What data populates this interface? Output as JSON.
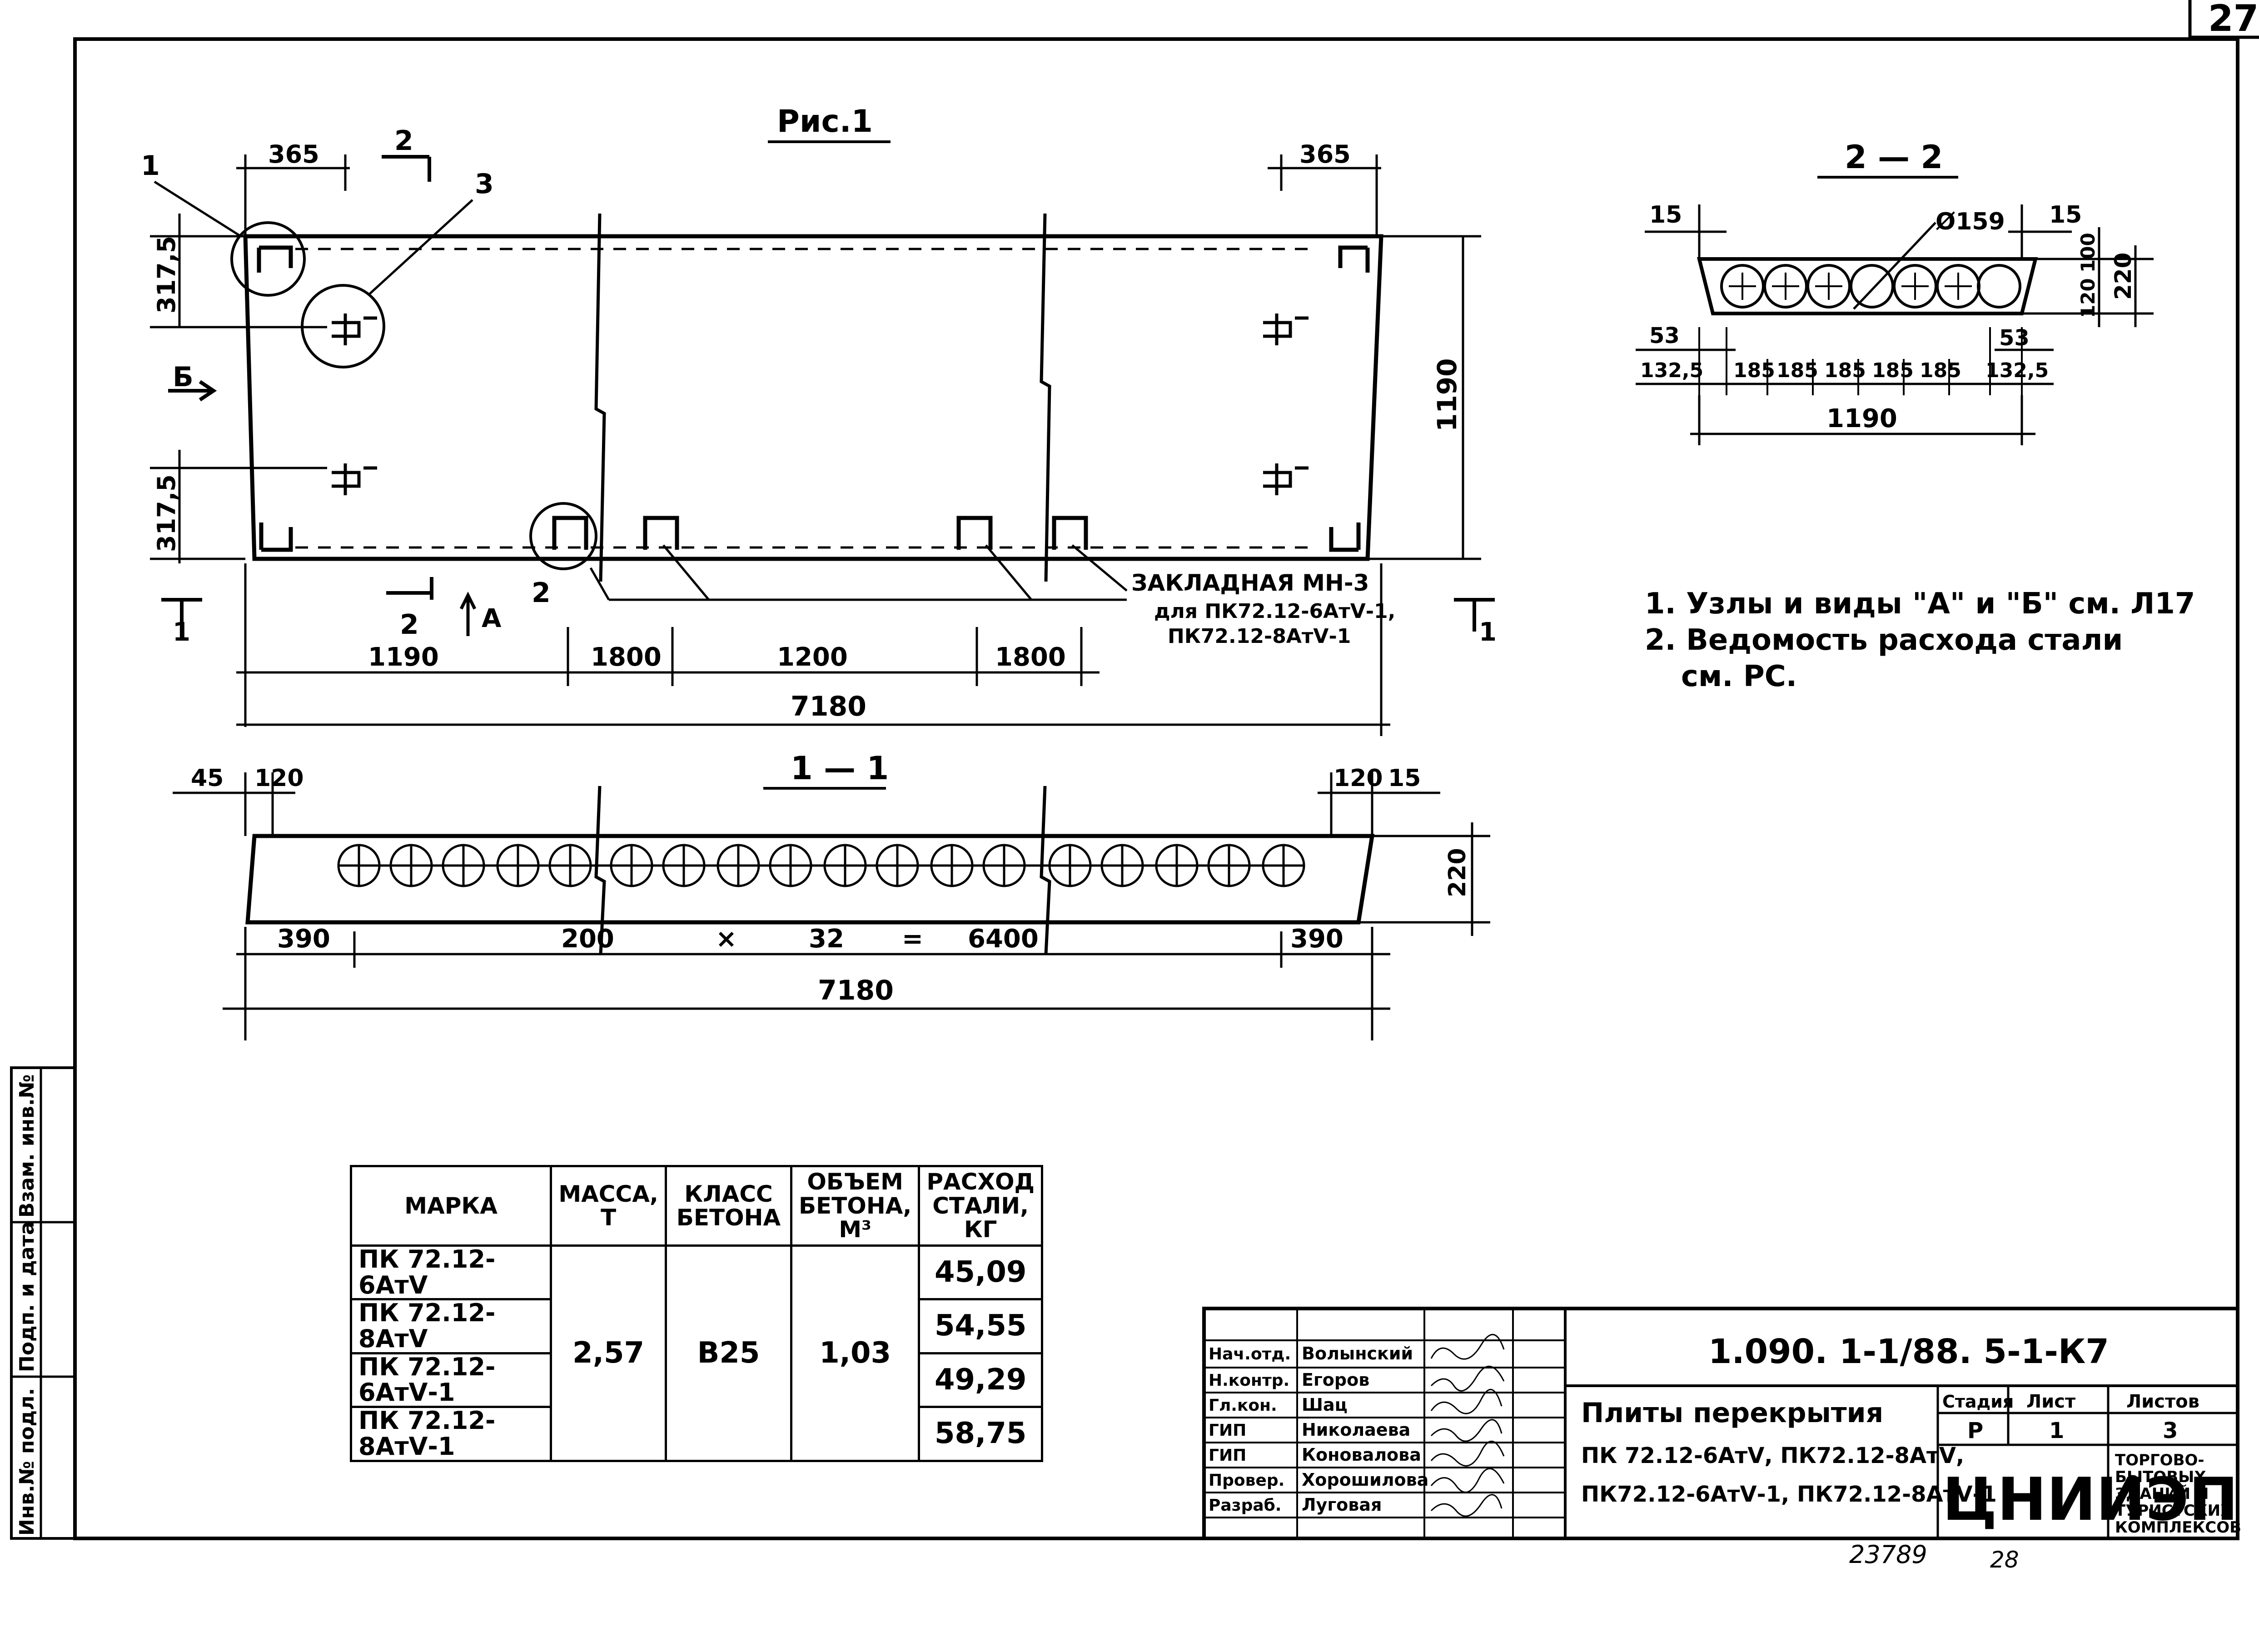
{
  "page_number": "27",
  "figure_title": "Рис.1",
  "plan": {
    "dims_top_left": "365",
    "dims_top_right": "365",
    "dim_left_top": "317,5",
    "dim_left_bottom": "317,5",
    "dim_height": "1190",
    "segments": [
      "1190",
      "1800",
      "1200",
      "1800"
    ],
    "total_length": "7180",
    "callouts": [
      "1",
      "2",
      "3"
    ],
    "sections": {
      "s1": "1",
      "s2": "2",
      "sA": "A",
      "sB": "Б"
    },
    "embedded_label": "ЗАКЛАДНАЯ МН-3",
    "embedded_for": "для ПК72.12-6АтⅤ-1,",
    "embedded_for2": "ПК72.12-8АтⅤ-1"
  },
  "section_22": {
    "title": "2 — 2",
    "hole_diameter": "Ø159",
    "edge_left": "15",
    "edge_right": "15",
    "h1": "120",
    "h2": "100",
    "height": "220",
    "left_offset": "53",
    "right_offset": "53",
    "bottom_dims": [
      "132,5",
      "185",
      "185",
      "185",
      "185",
      "185",
      "132,5"
    ],
    "width": "1190"
  },
  "section_11": {
    "title": "1 — 1",
    "edge_left_a": "45",
    "edge_left_b": "120",
    "edge_right_a": "120",
    "edge_right_b": "15",
    "height": "220",
    "spacing_left": "390",
    "spacing_expr": [
      "200",
      "×",
      "32",
      "=",
      "6400"
    ],
    "spacing_right": "390",
    "total": "7180"
  },
  "notes": [
    "1. Узлы и виды \"А\" и \"Б\" см. Л17",
    "2. Ведомость расхода стали",
    "см. РС."
  ],
  "table": {
    "headers": [
      "МАРКА",
      "МАССА, Т",
      "КЛАСС БЕТОНА",
      "ОБЪЕМ БЕТОНА, М³",
      "РАСХОД СТАЛИ, КГ"
    ],
    "rows": [
      {
        "mark": "ПК 72.12-6АтⅤ",
        "steel": "45,09"
      },
      {
        "mark": "ПК 72.12-8АтⅤ",
        "steel": "54,55"
      },
      {
        "mark": "ПК 72.12-6АтⅤ-1",
        "steel": "49,29"
      },
      {
        "mark": "ПК 72.12-8АтⅤ-1",
        "steel": "58,75"
      }
    ],
    "mass": "2,57",
    "concrete_class": "В25",
    "volume": "1,03"
  },
  "side_stamp": [
    "Инв.№ подл.",
    "Подп. и дата",
    "Взам. инв.№"
  ],
  "title_block": {
    "code": "1.090. 1-1/88. 5-1-К7",
    "roles": [
      {
        "role": "Нач.отд.",
        "name": "Волынский"
      },
      {
        "role": "Н.контр.",
        "name": "Егоров"
      },
      {
        "role": "Гл.кон.",
        "name": "Шац"
      },
      {
        "role": "ГИП",
        "name": "Николаева"
      },
      {
        "role": "ГИП",
        "name": "Коновалова"
      },
      {
        "role": "Провер.",
        "name": "Хорошилова"
      },
      {
        "role": "Разраб.",
        "name": "Луговая"
      }
    ],
    "name_line1": "Плиты перекрытия",
    "name_line2": "ПК 72.12-6АтⅤ, ПК72.12-8АтⅤ,",
    "name_line3": "ПК72.12-6АтⅤ-1, ПК72.12-8АтⅤ-1",
    "stage_label": "Стадия",
    "sheet_label": "Лист",
    "sheets_label": "Листов",
    "stage": "Р",
    "sheet": "1",
    "sheets": "3",
    "org": "ЦНИИЭП",
    "org_desc": [
      "ТОРГОВО-",
      "БЫТОВЫХ",
      "ЗДАНИЙ И",
      "ТУРИСТСКИХ",
      "КОМПЛЕКСОВ"
    ]
  },
  "footer_left": "23789",
  "footer_right": "28"
}
